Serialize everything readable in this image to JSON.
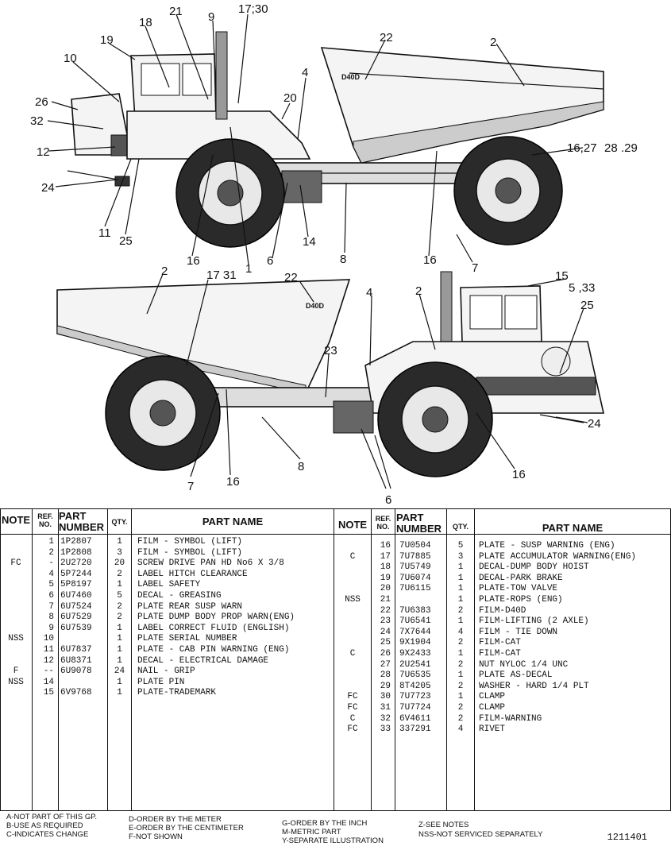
{
  "diagram": {
    "callouts_top": [
      "17;30",
      "9",
      "21",
      "18",
      "19",
      "10",
      "26",
      "32",
      "12",
      "24",
      "11",
      "25",
      "16",
      "1",
      "6",
      "14",
      "8",
      "20",
      "4",
      "22",
      "2",
      "16,27",
      "28",
      ".29",
      "16",
      "7"
    ],
    "callouts_bottom": [
      "2",
      "17 31",
      "22",
      "4",
      "2",
      "15",
      "5 ,33",
      "25",
      "23",
      "24",
      "16",
      "8",
      "7",
      "16",
      "6"
    ],
    "decal_top": "D40D",
    "decal_bottom": "D40D"
  },
  "table": {
    "headers": {
      "note": "NOTE",
      "ref": "REF. NO.",
      "part_number": "PART NUMBER",
      "qty": "QTY.",
      "part_name": "PART NAME"
    },
    "left_rows": [
      {
        "note": "",
        "ref": "1",
        "pn": "1P2807",
        "qty": "1",
        "name": "FILM - SYMBOL (LIFT)"
      },
      {
        "note": "",
        "ref": "2",
        "pn": "1P2808",
        "qty": "3",
        "name": "FILM - SYMBOL (LIFT)"
      },
      {
        "note": "FC",
        "ref": "-",
        "pn": "2U2720",
        "qty": "20",
        "name": "SCREW DRIVE PAN HD No6 X 3/8"
      },
      {
        "note": "",
        "ref": "4",
        "pn": "5P7244",
        "qty": "2",
        "name": "LABEL HITCH CLEARANCE"
      },
      {
        "note": "",
        "ref": "5",
        "pn": "5P8197",
        "qty": "1",
        "name": "LABEL SAFETY"
      },
      {
        "note": "",
        "ref": "6",
        "pn": "6U7460",
        "qty": "5",
        "name": "DECAL - GREASING"
      },
      {
        "note": "",
        "ref": "7",
        "pn": "6U7524",
        "qty": "2",
        "name": "PLATE REAR SUSP WARN"
      },
      {
        "note": "",
        "ref": "8",
        "pn": "6U7529",
        "qty": "2",
        "name": "PLATE DUMP BODY PROP WARN(ENG)"
      },
      {
        "note": "",
        "ref": "9",
        "pn": "6U7539",
        "qty": "1",
        "name": "LABEL CORRECT FLUID (ENGLISH)"
      },
      {
        "note": "NSS",
        "ref": "10",
        "pn": "",
        "qty": "1",
        "name": "PLATE SERIAL NUMBER"
      },
      {
        "note": "",
        "ref": "11",
        "pn": "6U7837",
        "qty": "1",
        "name": "PLATE - CAB PIN WARNING (ENG)"
      },
      {
        "note": "",
        "ref": "12",
        "pn": "6U8371",
        "qty": "1",
        "name": "DECAL - ELECTRICAL DAMAGE"
      },
      {
        "note": "F",
        "ref": "--",
        "pn": "6U9078",
        "qty": "24",
        "name": "NAIL - GRIP"
      },
      {
        "note": "NSS",
        "ref": "14",
        "pn": "",
        "qty": "1",
        "name": "PLATE PIN"
      },
      {
        "note": "",
        "ref": "15",
        "pn": "6V9768",
        "qty": "1",
        "name": "PLATE-TRADEMARK"
      }
    ],
    "right_rows": [
      {
        "note": "",
        "ref": "16",
        "pn": "7U0504",
        "qty": "5",
        "name": "PLATE - SUSP WARNING (ENG)"
      },
      {
        "note": "C",
        "ref": "17",
        "pn": "7U7885",
        "qty": "3",
        "name": "PLATE ACCUMULATOR WARNING(ENG)"
      },
      {
        "note": "",
        "ref": "18",
        "pn": "7U5749",
        "qty": "1",
        "name": "DECAL-DUMP BODY HOIST"
      },
      {
        "note": "",
        "ref": "19",
        "pn": "7U6074",
        "qty": "1",
        "name": "DECAL-PARK BRAKE"
      },
      {
        "note": "",
        "ref": "20",
        "pn": "7U6115",
        "qty": "1",
        "name": "PLATE-TOW VALVE"
      },
      {
        "note": "NSS",
        "ref": "21",
        "pn": "",
        "qty": "1",
        "name": "PLATE-ROPS (ENG)"
      },
      {
        "note": "",
        "ref": "22",
        "pn": "7U6383",
        "qty": "2",
        "name": "FILM-D40D"
      },
      {
        "note": "",
        "ref": "23",
        "pn": "7U6541",
        "qty": "1",
        "name": "FILM-LIFTING (2 AXLE)"
      },
      {
        "note": "",
        "ref": "24",
        "pn": "7X7644",
        "qty": "4",
        "name": "FILM - TIE DOWN"
      },
      {
        "note": "",
        "ref": "25",
        "pn": "9X1904",
        "qty": "2",
        "name": "FILM-CAT"
      },
      {
        "note": "C",
        "ref": "26",
        "pn": "9X2433",
        "qty": "1",
        "name": "FILM-CAT"
      },
      {
        "note": "",
        "ref": "27",
        "pn": "2U2541",
        "qty": "2",
        "name": "NUT NYLOC 1/4 UNC"
      },
      {
        "note": "",
        "ref": "28",
        "pn": "7U6535",
        "qty": "1",
        "name": "PLATE AS-DECAL"
      },
      {
        "note": "",
        "ref": "29",
        "pn": "8T4205",
        "qty": "2",
        "name": "WASHER - HARD 1/4 PLT"
      },
      {
        "note": "FC",
        "ref": "30",
        "pn": "7U7723",
        "qty": "1",
        "name": "CLAMP"
      },
      {
        "note": "FC",
        "ref": "31",
        "pn": "7U7724",
        "qty": "2",
        "name": "CLAMP"
      },
      {
        "note": "C",
        "ref": "32",
        "pn": "6V4611",
        "qty": "2",
        "name": "FILM-WARNING"
      },
      {
        "note": "FC",
        "ref": "33",
        "pn": "337291",
        "qty": "4",
        "name": "RIVET"
      }
    ]
  },
  "legend": {
    "col1": [
      "A-NOT PART OF THIS GP.",
      "B-USE AS REQUIRED",
      "C-INDICATES CHANGE"
    ],
    "col2": [
      "D-ORDER BY THE METER",
      "E-ORDER BY THE CENTIMETER",
      "F-NOT SHOWN"
    ],
    "col3": [
      "G-ORDER BY THE INCH",
      "M-METRIC PART",
      "Y-SEPARATE ILLUSTRATION"
    ],
    "col4": [
      "Z-SEE NOTES",
      "NSS-NOT SERVICED SEPARATELY"
    ],
    "doc_number": "1211401"
  }
}
